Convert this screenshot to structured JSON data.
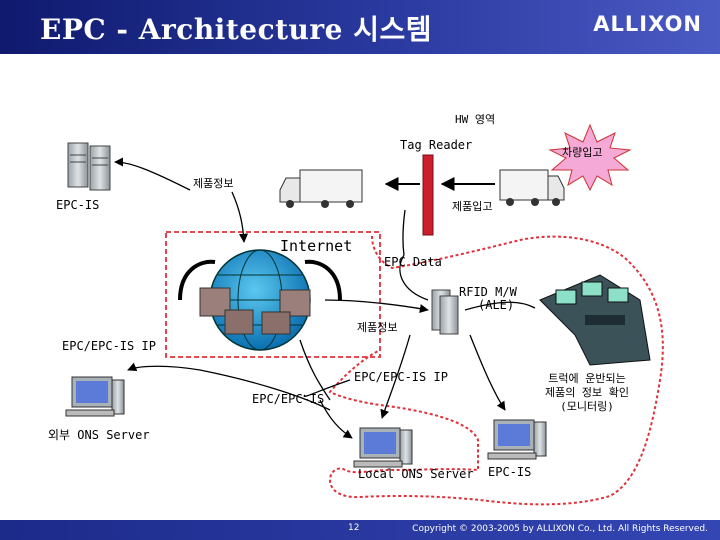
{
  "header": {
    "title": "EPC - Architecture 시스템",
    "logo": "ALLIXON"
  },
  "labels": {
    "hw_area": "HW 영역",
    "tag_reader": "Tag Reader",
    "vehicle_in": "차량입고",
    "product_info_top": "제품정보",
    "epc_is_left": "EPC-IS",
    "product_in": "제품입고",
    "internet": "Internet",
    "epc_data": "EPC Data",
    "rfid_mw": "RFID M/W",
    "ale": "(ALE)",
    "product_info_mid": "제품정보",
    "epc_epcis_ip_left": "EPC/EPC-IS IP",
    "epc_epcis_ip_center": "EPC/EPC-IS IP",
    "monitor_line1": "트럭에 운반되는",
    "monitor_line2": "제품의 정보 확인",
    "monitor_line3": "(모니터링)",
    "epc_epcis": "EPC/EPC-IS",
    "external_ons": "외부 ONS Server",
    "local_ons": "Local ONS Server",
    "epc_is_bottom": "EPC-IS"
  },
  "footer": {
    "page": "12",
    "copyright": "Copyright © 2003-2005 by ALLIXON Co., Ltd. All Rights Reserved."
  },
  "colors": {
    "header": "#1a2a8a",
    "reader": "#cc1f2e",
    "burst": "#f4a9d6",
    "dashed_box": "#e0303a",
    "red_loop": "#e0303a"
  }
}
